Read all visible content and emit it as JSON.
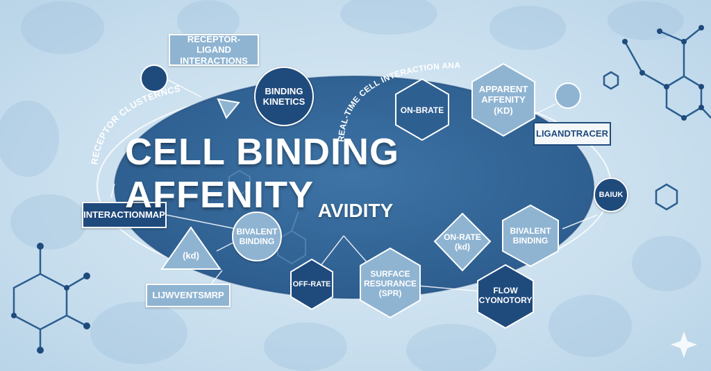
{
  "title": "CELL BINDING AFFENITY",
  "subtitle": "AVIDITY",
  "curved_labels": {
    "left": "RECEPTOR CLUSTERNCS",
    "top": "REAL-TIME CELL INTERACTION ANALYSIS"
  },
  "boxes": {
    "receptor_ligand": "RECEPTOR-LIGAND\nINTERACTIONS",
    "interactionmap": "INTERACTIONMAP",
    "lijwventsmrp": "LIJWVENTSMRP",
    "ligandtracer": "LIGANDTRACER"
  },
  "circles": {
    "binding_kinetics": "BINDING\nKINETICS",
    "bivalent_left": "BIVALENT\nBINDING",
    "baiuk": "BAIUK"
  },
  "triangles": {
    "kd_left": "(kd)"
  },
  "hexagons": {
    "on_brate": "ON-BRATE",
    "apparent_affenity": "APPARENT\nAFFENITY\n(KD)",
    "bivalent_right": "BIVALENT\nBINDING",
    "surface_resurance": "SURFACE\nRESURANCE\n(SPR)",
    "off_rate": "OFF-RATE",
    "flow_cyonotory": "FLOW\nCYONOTORY"
  },
  "diamonds": {
    "on_rate_kd": "ON-RATE\n(kd)"
  },
  "colors": {
    "background": "#c9dfee",
    "ellipse": "#356797",
    "dark": "#1f4a7c",
    "light": "#8fb4d2"
  }
}
